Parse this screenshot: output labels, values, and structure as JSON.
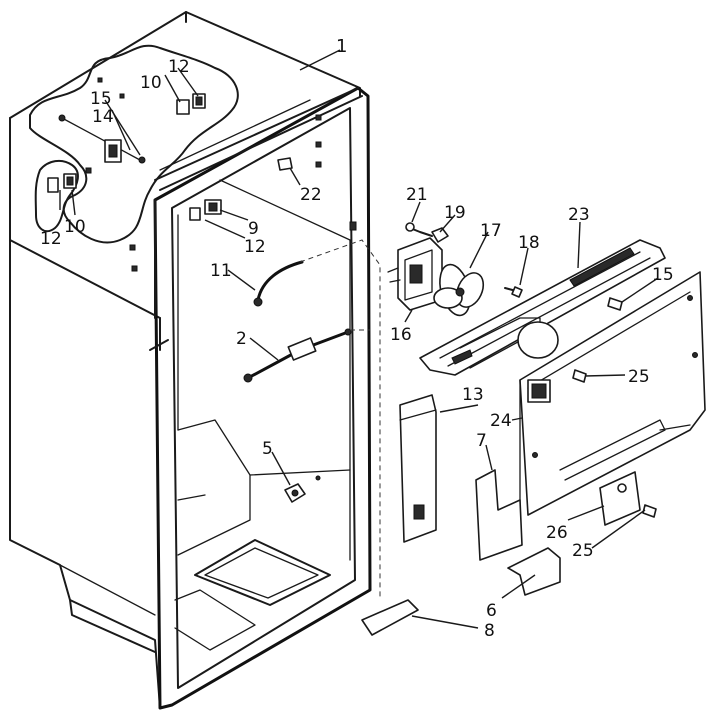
{
  "callouts": {
    "c1": "1",
    "c2": "2",
    "c5": "5",
    "c6": "6",
    "c7": "7",
    "c8": "8",
    "c9": "9",
    "c10a": "10",
    "c10b": "10",
    "c11": "11",
    "c12a": "12",
    "c12b": "12",
    "c12c": "12",
    "c13": "13",
    "c14": "14",
    "c15a": "15",
    "c15b": "15",
    "c16": "16",
    "c17": "17",
    "c18": "18",
    "c19": "19",
    "c21": "21",
    "c22": "22",
    "c23": "23",
    "c24": "24",
    "c25a": "25",
    "c25b": "25",
    "c26": "26"
  }
}
